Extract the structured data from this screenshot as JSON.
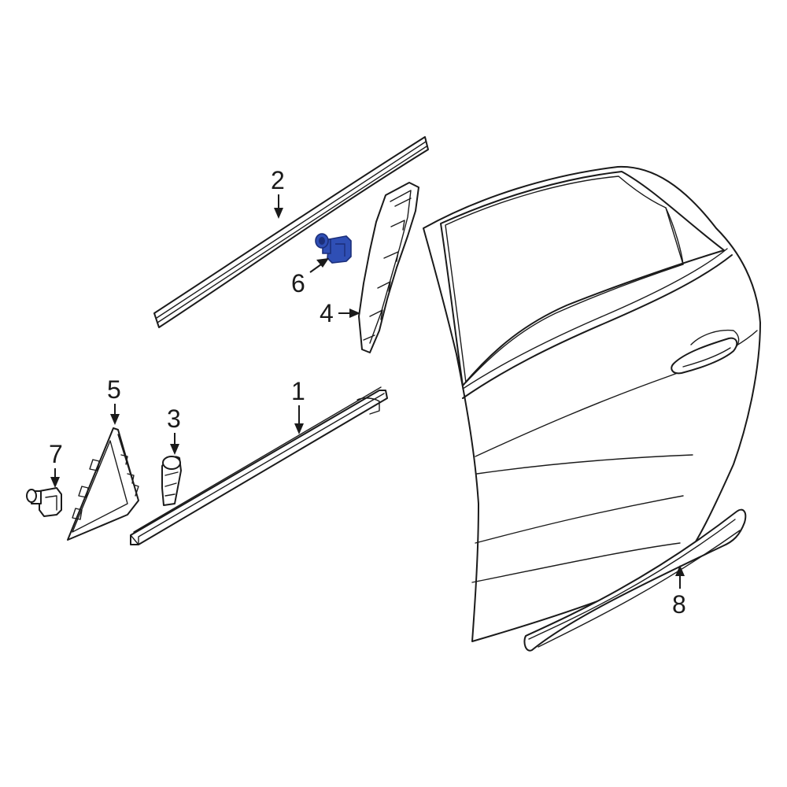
{
  "colors": {
    "line": "#1a1a1a",
    "background": "#ffffff",
    "highlight": "#2f4fb5",
    "highlight_dark": "#1c2f7a"
  },
  "highlighted_part": "6",
  "callouts": [
    {
      "id": "c1",
      "label": "1",
      "part": "belt-molding-strip"
    },
    {
      "id": "c2",
      "label": "2",
      "part": "roof-drip-molding"
    },
    {
      "id": "c3",
      "label": "3",
      "part": "end-cap"
    },
    {
      "id": "c4",
      "label": "4",
      "part": "door-frame-trim"
    },
    {
      "id": "c5",
      "label": "5",
      "part": "triangle-trim-panel"
    },
    {
      "id": "c6",
      "label": "6",
      "part": "retainer-clip"
    },
    {
      "id": "c7",
      "label": "7",
      "part": "clip"
    },
    {
      "id": "c8",
      "label": "8",
      "part": "side-molding"
    }
  ]
}
